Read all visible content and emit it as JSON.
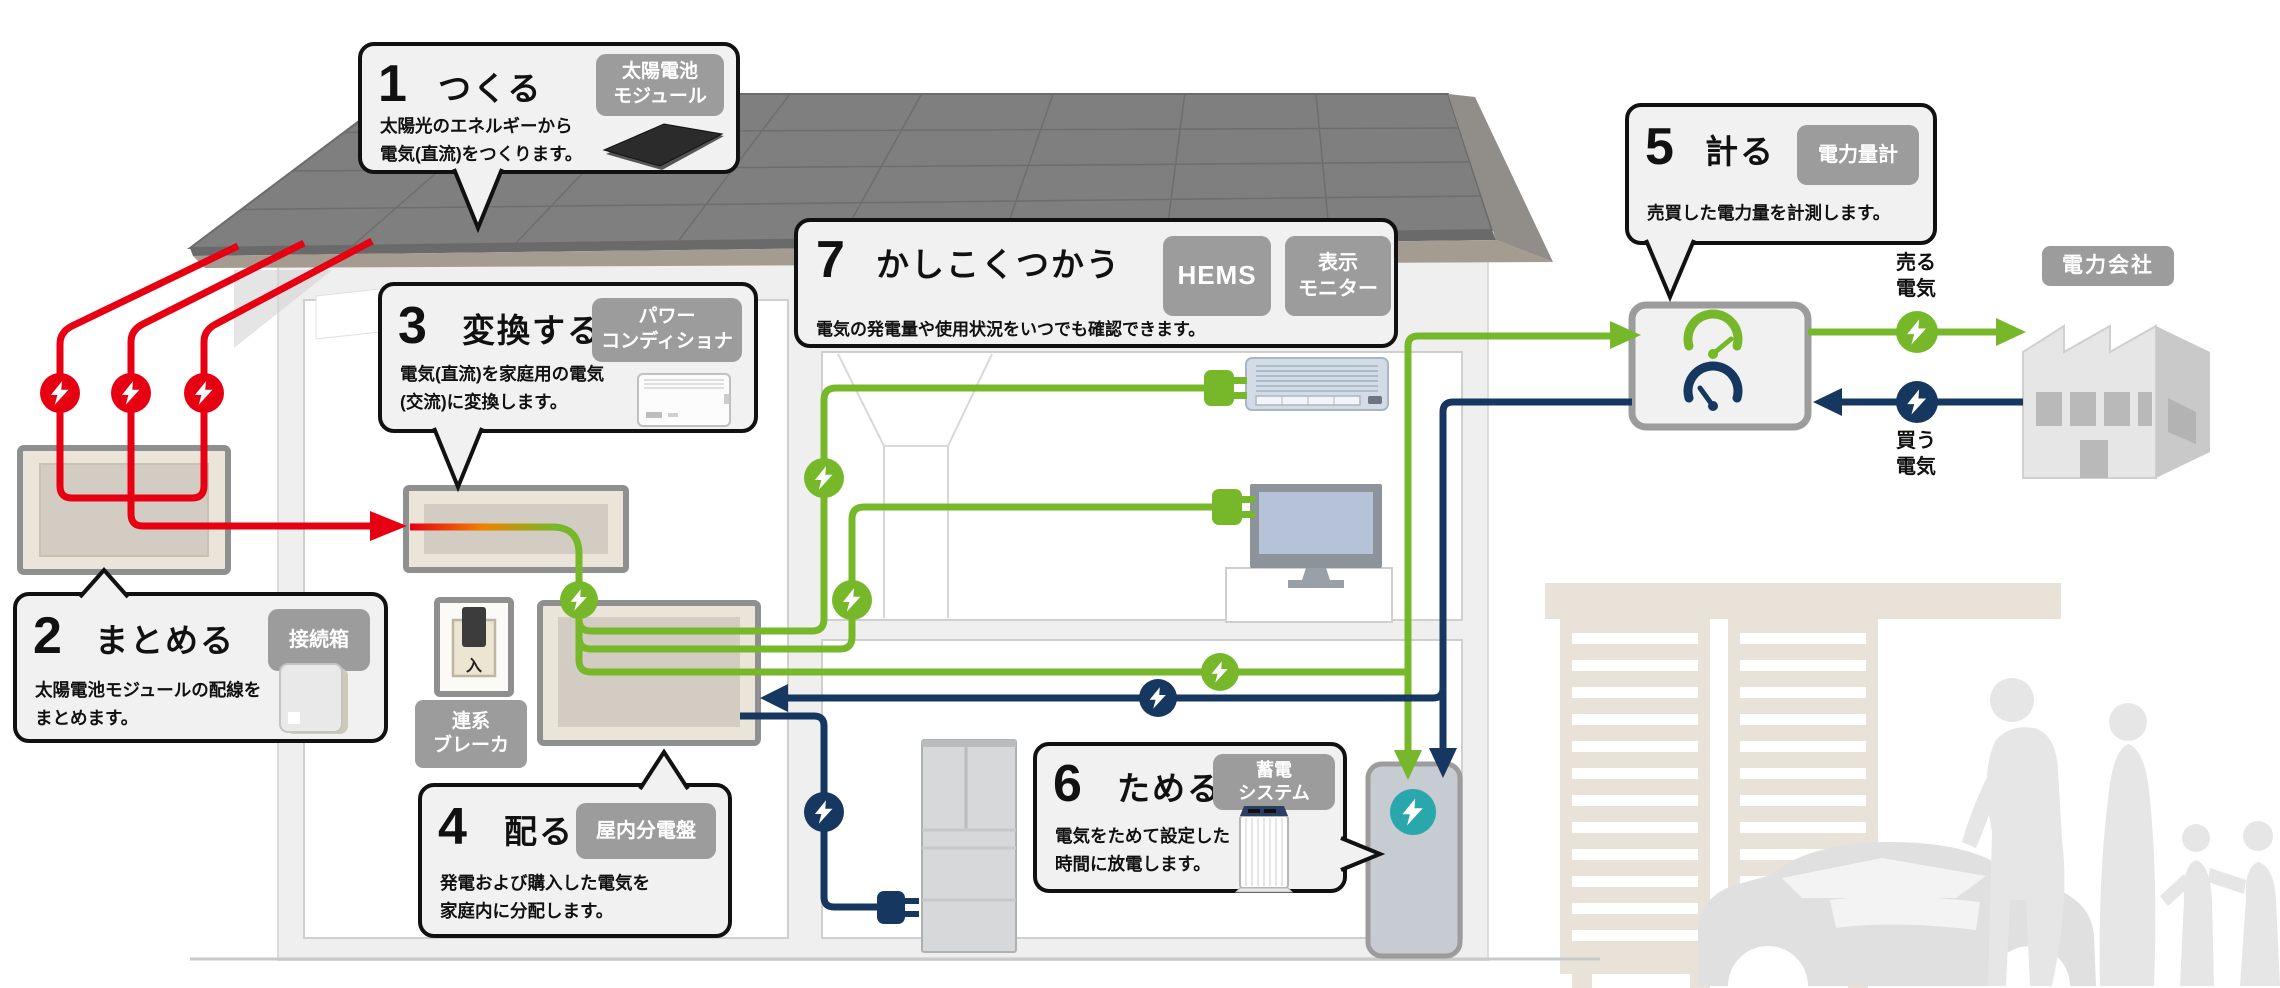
{
  "callouts": {
    "c1": {
      "num": "1",
      "word": "つくる",
      "badge": "太陽電池\nモジュール",
      "desc": "太陽光のエネルギーから\n電気(直流)をつくります。"
    },
    "c2": {
      "num": "2",
      "word": "まとめる",
      "badge": "接続箱",
      "desc": "太陽電池モジュールの配線を\nまとめます。"
    },
    "c3": {
      "num": "3",
      "word": "変換する",
      "badge": "パワー\nコンディショナ",
      "desc": "電気(直流)を家庭用の電気\n(交流)に変換します。"
    },
    "c4": {
      "num": "4",
      "word": "配る",
      "badge": "屋内分電盤",
      "desc": "発電および購入した電気を\n家庭内に分配します。"
    },
    "c5": {
      "num": "5",
      "word": "計る",
      "badge": "電力量計",
      "desc": "売買した電力量を計測します。"
    },
    "c6": {
      "num": "6",
      "word": "ためる",
      "badge": "蓄電\nシステム",
      "desc": "電気をためて設定した\n時間に放電します。"
    },
    "c7": {
      "num": "7",
      "word": "かしこくつかう",
      "badge1": "HEMS",
      "badge2": "表示\nモニター",
      "desc": "電気の発電量や使用状況をいつでも確認できます。"
    }
  },
  "labels": {
    "power_company": "電力会社",
    "sell_electricity": "売る\n電気",
    "buy_electricity": "買う\n電気",
    "grid_breaker": "連系\nブレーカ",
    "breaker_switch": "入"
  },
  "colors": {
    "dc_red": "#e60012",
    "ac_green": "#76b82a",
    "grid_navy": "#16375f",
    "storage_teal": "#2aa7ac",
    "badge_gray": "#9c9c9c"
  }
}
